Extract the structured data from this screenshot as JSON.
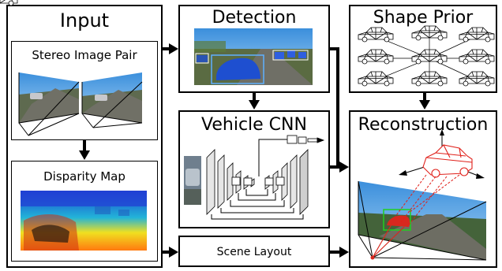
{
  "input": {
    "title": "Input",
    "stereo_label": "Stereo Image Pair",
    "disparity_label": "Disparity Map"
  },
  "detection": {
    "title": "Detection"
  },
  "vehicle_cnn": {
    "title": "Vehicle CNN"
  },
  "scene_layout": {
    "label": "Scene Layout"
  },
  "shape_prior": {
    "title": "Shape Prior"
  },
  "reconstruction": {
    "title": "Reconstruction"
  },
  "colors": {
    "line": "#000000",
    "sky": "#4aa3e6",
    "road": "#6d6d5e",
    "grass": "#3f6b2f",
    "detect_box": "#4b6cff",
    "recon_car": "#e0201a",
    "depth_blue": "#1030c8"
  }
}
